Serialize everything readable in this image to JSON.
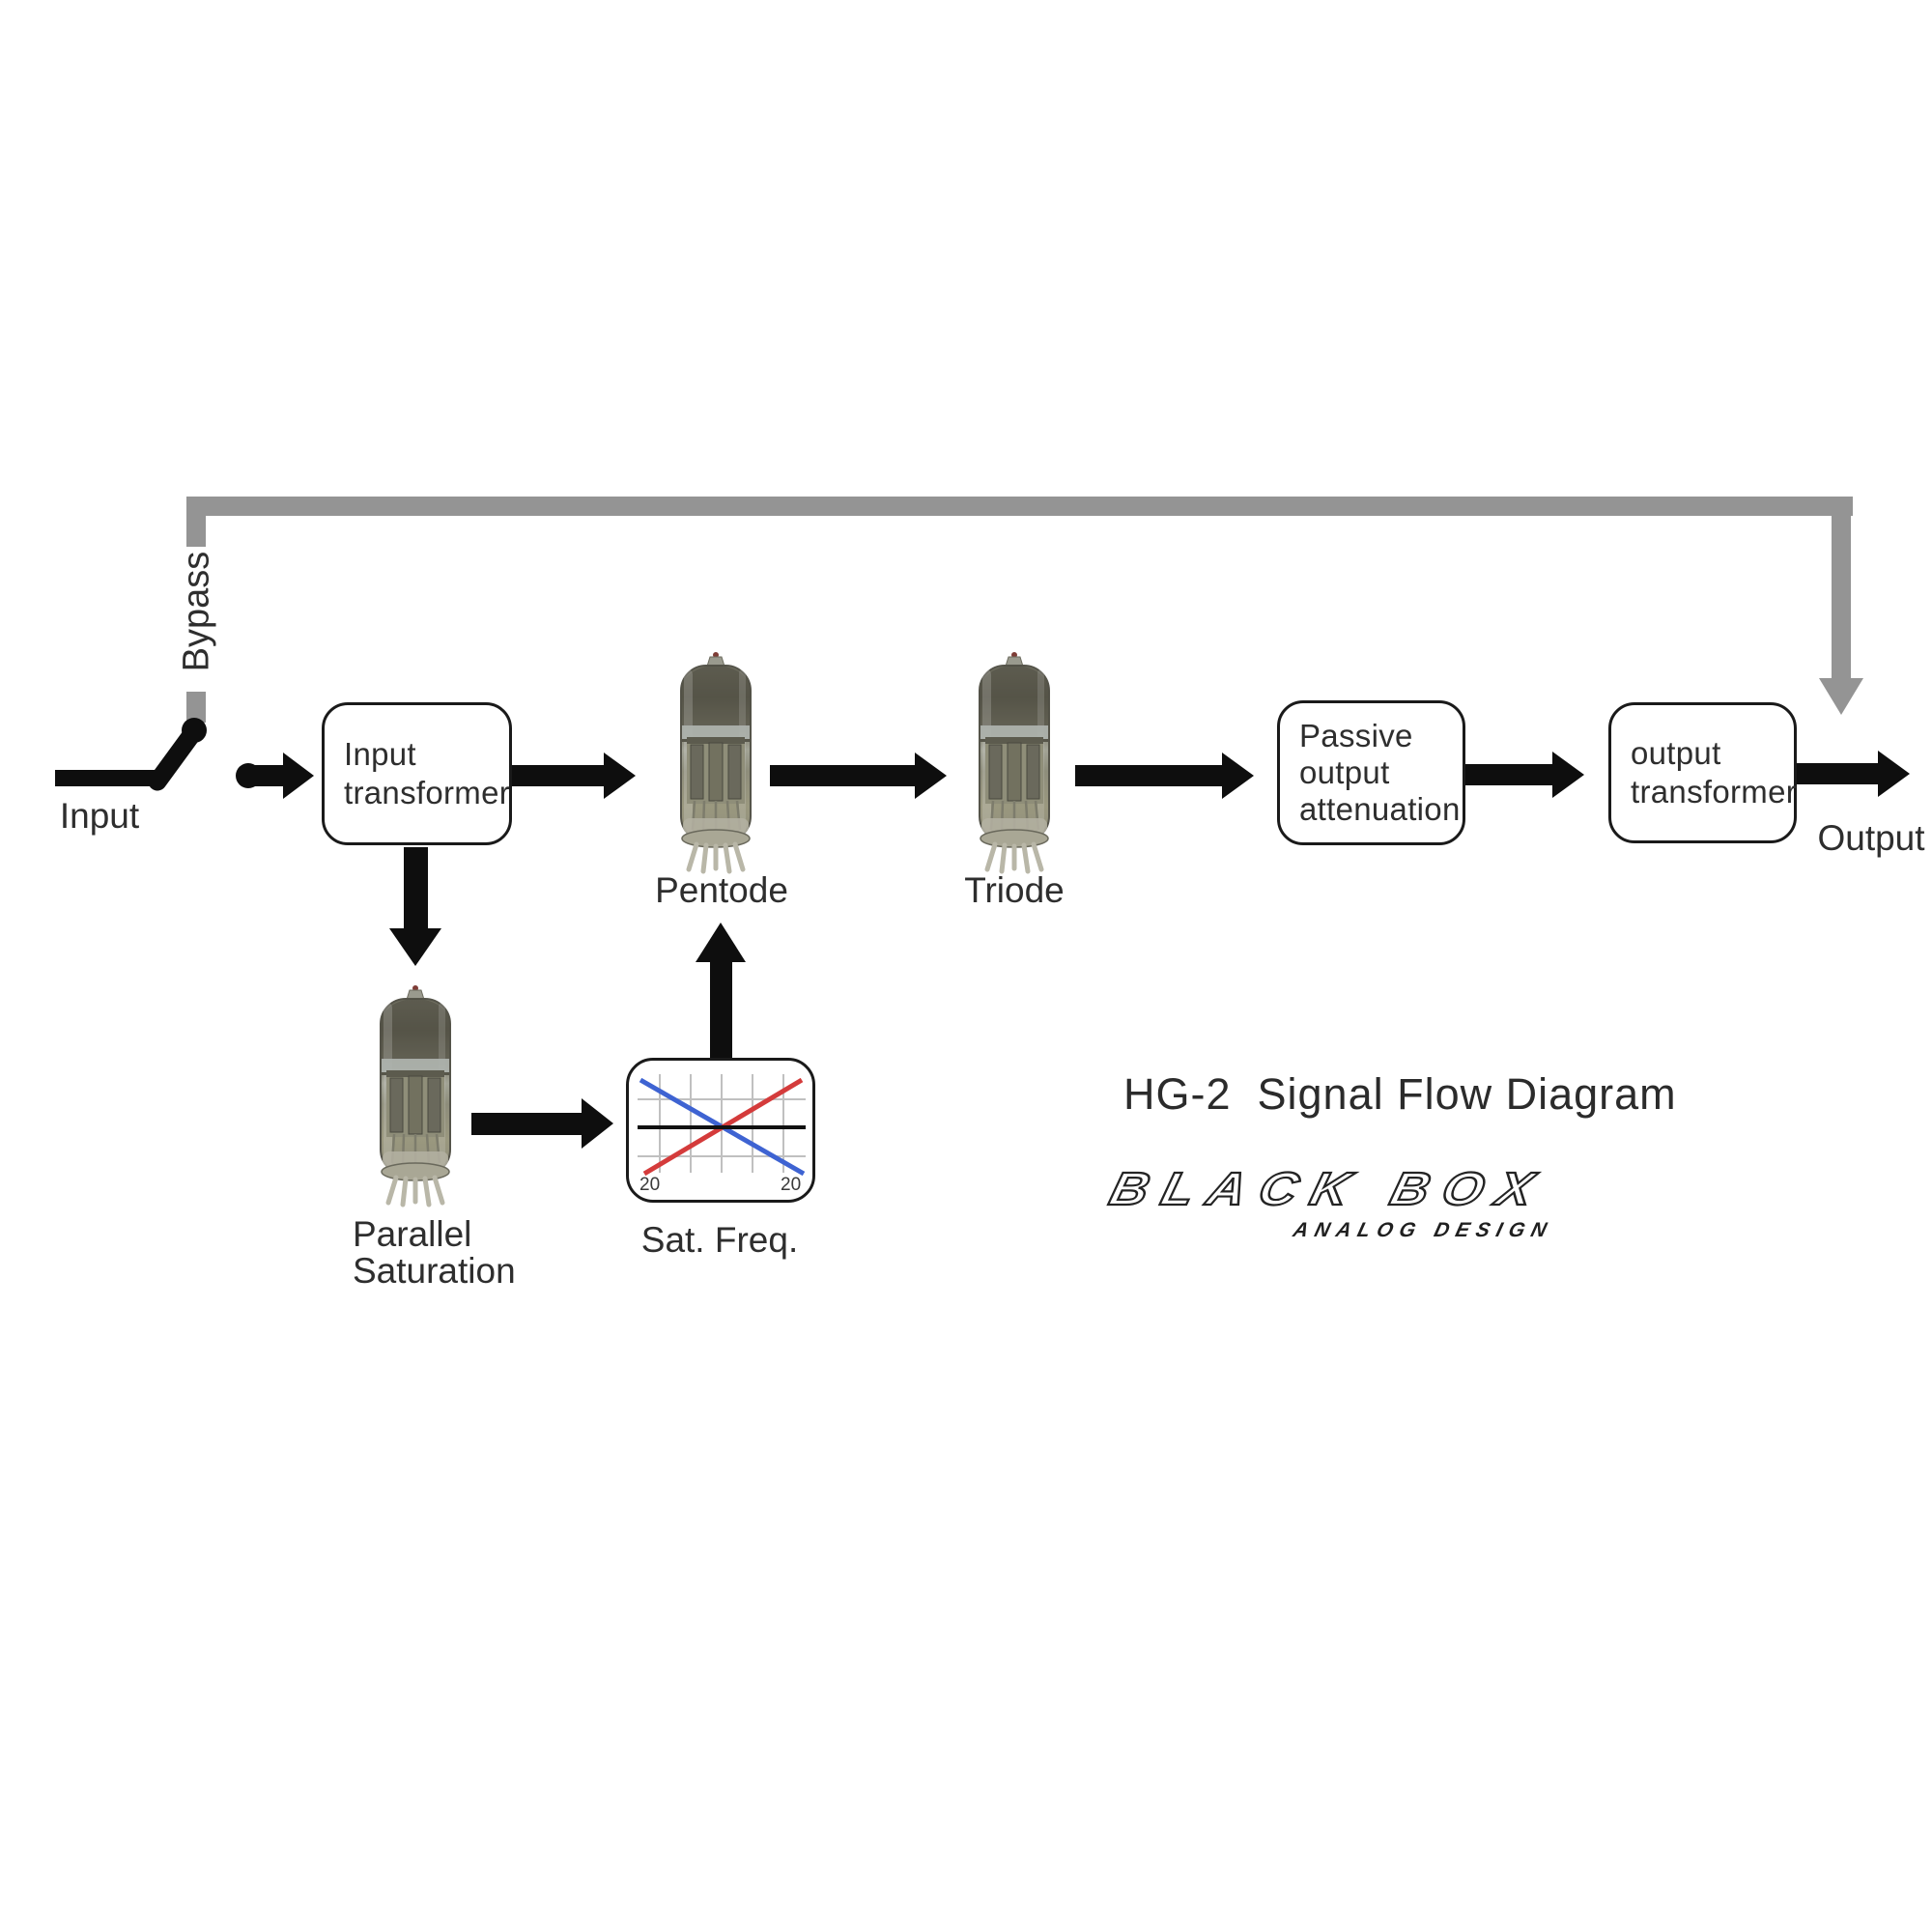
{
  "diagram": {
    "title": "HG-2  Signal Flow Diagram",
    "brand": {
      "name": "BLACK BOX",
      "tagline": "ANALOG DESIGN"
    },
    "io": {
      "input": "Input",
      "output": "Output",
      "bypass": "Bypass"
    },
    "nodes": {
      "input_transformer": "Input\ntransformer",
      "pentode": "Pentode",
      "triode": "Triode",
      "passive_attenuation": "Passive\noutput\nattenuation",
      "output_transformer": "output\ntransformer",
      "parallel_saturation": "Parallel\nSaturation",
      "sat_freq": "Sat. Freq."
    },
    "sat_freq_graph": {
      "type": "line",
      "tick_left": "20",
      "tick_right": "20",
      "grid": true,
      "series": [
        {
          "name": "descending-line",
          "color": "#3e63d2"
        },
        {
          "name": "ascending-line",
          "color": "#d43b3b"
        },
        {
          "name": "zero-line",
          "color": "#111111"
        }
      ]
    },
    "colors": {
      "bypass-gray": "#949494",
      "ink": "#0e0e0e",
      "text": "#2e2e2e",
      "border": "#1a1a1a",
      "blue": "#3e63d2",
      "red": "#d43b3b",
      "grid": "#c0c0c0"
    }
  }
}
